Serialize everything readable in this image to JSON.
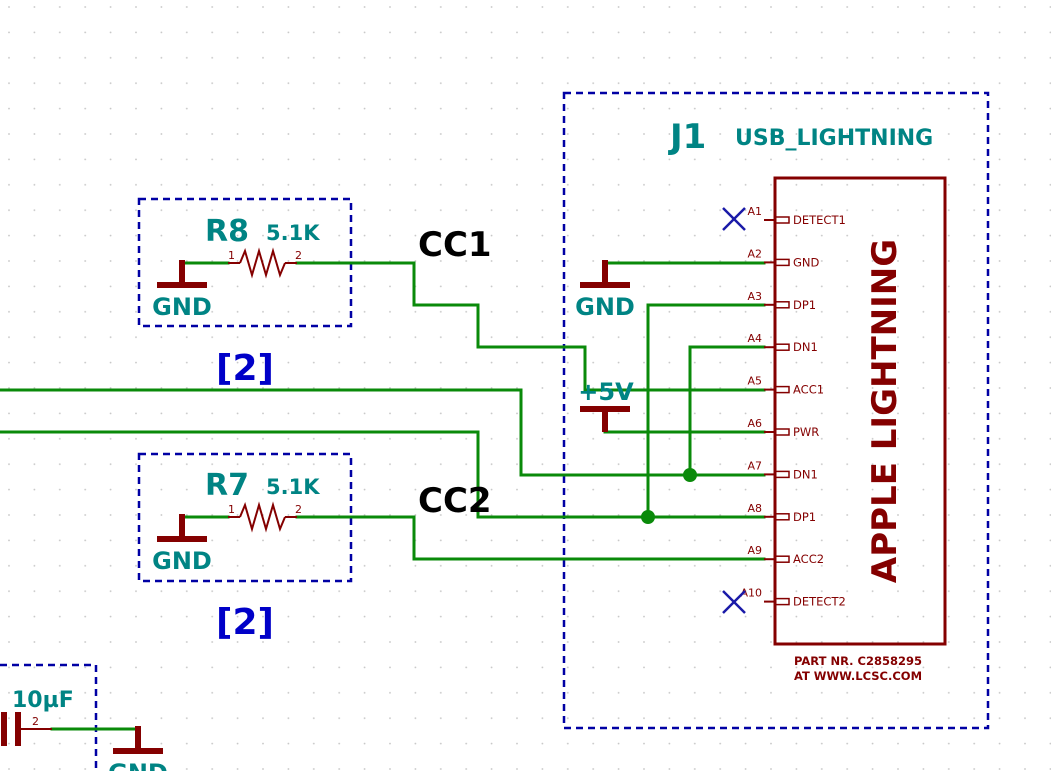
{
  "connector": {
    "ref": "J1",
    "value": "USB_LIGHTNING",
    "body_label": "APPLE LIGHTNING",
    "part_line1": "PART NR. C2858295",
    "part_line2": "AT WWW.LCSC.COM",
    "pins": [
      {
        "num": "A1",
        "name": "DETECT1"
      },
      {
        "num": "A2",
        "name": "GND"
      },
      {
        "num": "A3",
        "name": "DP1"
      },
      {
        "num": "A4",
        "name": "DN1"
      },
      {
        "num": "A5",
        "name": "ACC1"
      },
      {
        "num": "A6",
        "name": "PWR"
      },
      {
        "num": "A7",
        "name": "DN1"
      },
      {
        "num": "A8",
        "name": "DP1"
      },
      {
        "num": "A9",
        "name": "ACC2"
      },
      {
        "num": "A10",
        "name": "DETECT2"
      }
    ]
  },
  "r8": {
    "ref": "R8",
    "value": "5.1K",
    "pin1": "1",
    "pin2": "2",
    "gnd": "GND",
    "sheet_ref": "[2]"
  },
  "r7": {
    "ref": "R7",
    "value": "5.1K",
    "pin1": "1",
    "pin2": "2",
    "gnd": "GND",
    "sheet_ref": "[2]"
  },
  "nets": {
    "cc1": "CC1",
    "cc2": "CC2"
  },
  "power": {
    "gnd": "GND",
    "vcc": "+5V"
  },
  "capacitor": {
    "value": "10µF",
    "pin2": "2",
    "gnd": "GND"
  }
}
